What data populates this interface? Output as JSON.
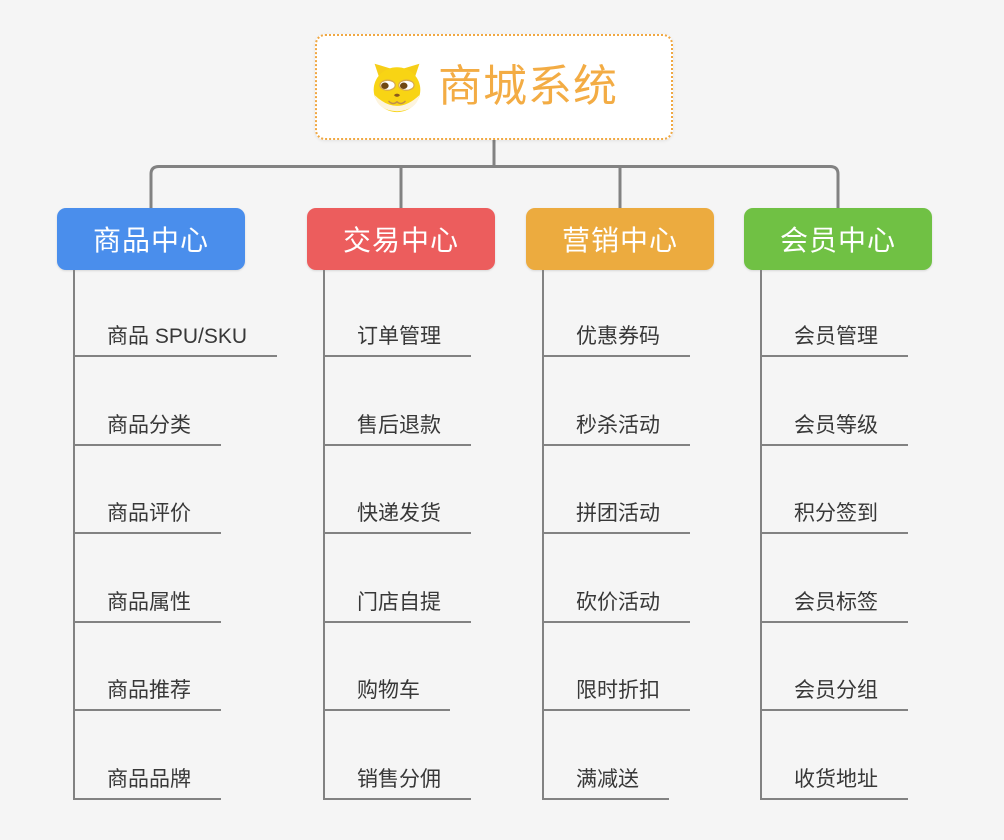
{
  "canvas": {
    "background": "#f5f5f5",
    "line_color": "#828282"
  },
  "root": {
    "title": "商城系统",
    "icon": "dog-face-icon",
    "text_color": "#f3ac44",
    "border_color": "#f0a843"
  },
  "branches": [
    {
      "label": "商品中心",
      "color": "#4a8eec",
      "children": [
        "商品 SPU/SKU",
        "商品分类",
        "商品评价",
        "商品属性",
        "商品推荐",
        "商品品牌"
      ]
    },
    {
      "label": "交易中心",
      "color": "#ec5d5d",
      "children": [
        "订单管理",
        "售后退款",
        "快递发货",
        "门店自提",
        "购物车",
        "销售分佣"
      ]
    },
    {
      "label": "营销中心",
      "color": "#ecab3f",
      "children": [
        "优惠券码",
        "秒杀活动",
        "拼团活动",
        "砍价活动",
        "限时折扣",
        "满减送"
      ]
    },
    {
      "label": "会员中心",
      "color": "#70c144",
      "children": [
        "会员管理",
        "会员等级",
        "积分签到",
        "会员标签",
        "会员分组",
        "收货地址"
      ]
    }
  ]
}
